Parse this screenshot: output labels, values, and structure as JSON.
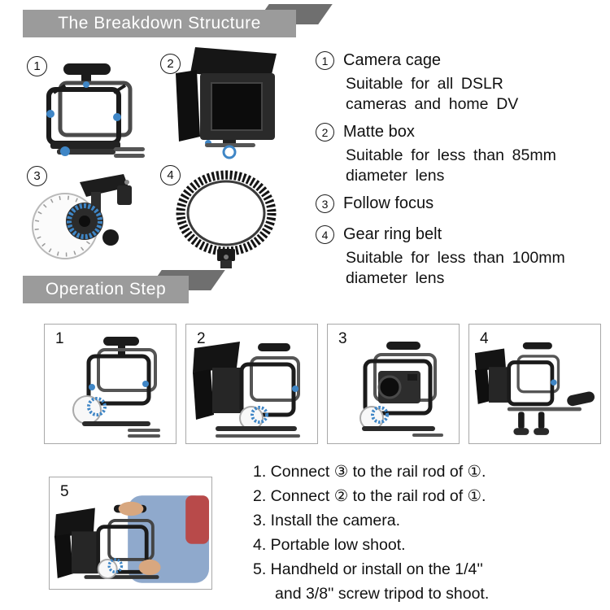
{
  "colors": {
    "banner_gray": "#9b9b9b",
    "banner_fold_gray": "#6f6f6f",
    "accent_blue": "#3f86c6",
    "text_black": "#111111"
  },
  "breakdown": {
    "banner": "The Breakdown Structure",
    "photo_labels": [
      "1",
      "2",
      "3",
      "4"
    ],
    "entries": [
      {
        "num": "1",
        "title": "Camera cage",
        "lines": [
          "Suitable for all DSLR",
          "cameras and home DV"
        ]
      },
      {
        "num": "2",
        "title": "Matte box",
        "lines": [
          "Suitable for less than 85mm",
          "diameter lens"
        ]
      },
      {
        "num": "3",
        "title": "Follow focus",
        "lines": []
      },
      {
        "num": "4",
        "title": "Gear ring belt",
        "lines": [
          "Suitable for less than 100mm",
          "diameter lens"
        ]
      }
    ]
  },
  "operation": {
    "banner": "Operation Step",
    "step_numbers": [
      "1",
      "2",
      "3",
      "4",
      "5"
    ],
    "instruction_lines": [
      "1. Connect ③ to the rail rod of ①.",
      "2. Connect ② to the rail rod of ①.",
      "3. Install the camera.",
      "4. Portable low shoot.",
      "5. Handheld or install on the 1/4''",
      "and 3/8'' screw tripod to shoot."
    ]
  }
}
